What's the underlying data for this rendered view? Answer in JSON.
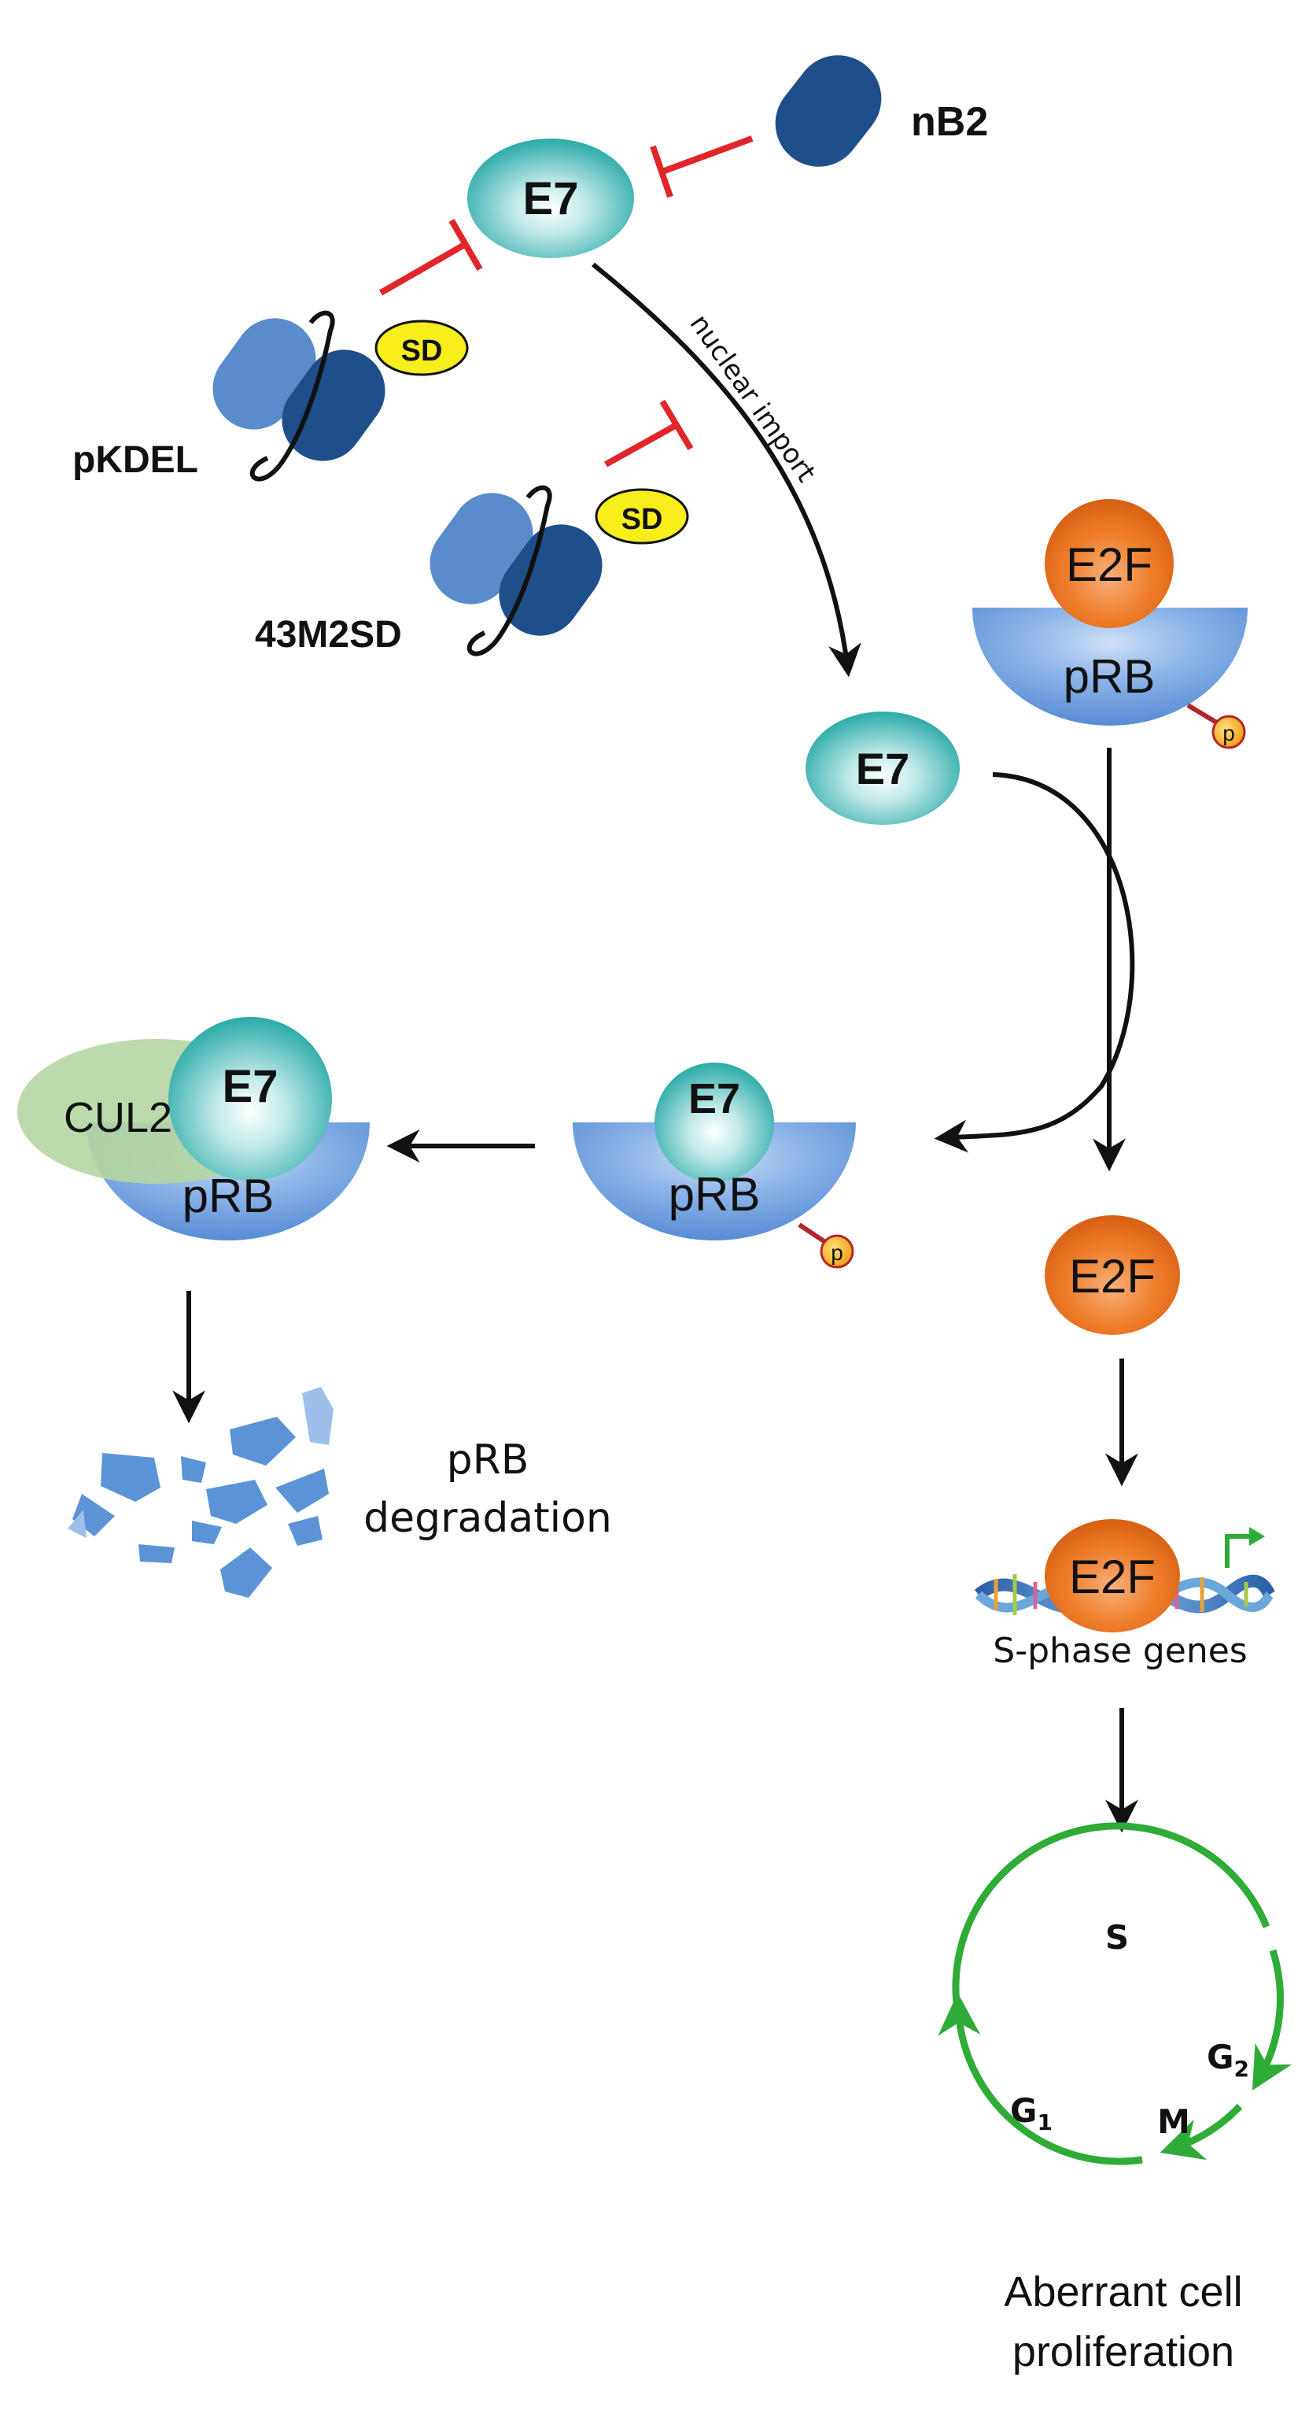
{
  "labels": {
    "nb2": "nB2",
    "pkdel": "pKDEL",
    "m43m2sd": "43M2SD",
    "sd": "SD",
    "e7": "E7",
    "e2f": "E2F",
    "prb": "pRB",
    "cul2": "CUL2",
    "p": "p",
    "nuclear_import": "nuclear import",
    "prb_degradation_line1": "pRB",
    "prb_degradation_line2": "degradation",
    "s_phase_genes": "S-phase genes",
    "phase_s": "S",
    "phase_g2": "G",
    "phase_g2_sub": "2",
    "phase_m": "M",
    "phase_g1": "G",
    "phase_g1_sub": "1",
    "outcome_line1": "Aberrant cell",
    "outcome_line2": "proliferation"
  },
  "colors": {
    "teal": "#20aeaa",
    "teal_light": "#cfeeee",
    "orange": "#e8701a",
    "blue_prb": "#5b93d6",
    "nb_dark": "#1f4f8a",
    "nb_light": "#5a8ccb",
    "inhibit_red": "#e0262a",
    "sd_yellow": "#f7ee1c",
    "cycle_green": "#2fab37",
    "cul2_green": "#b5d6a2"
  }
}
